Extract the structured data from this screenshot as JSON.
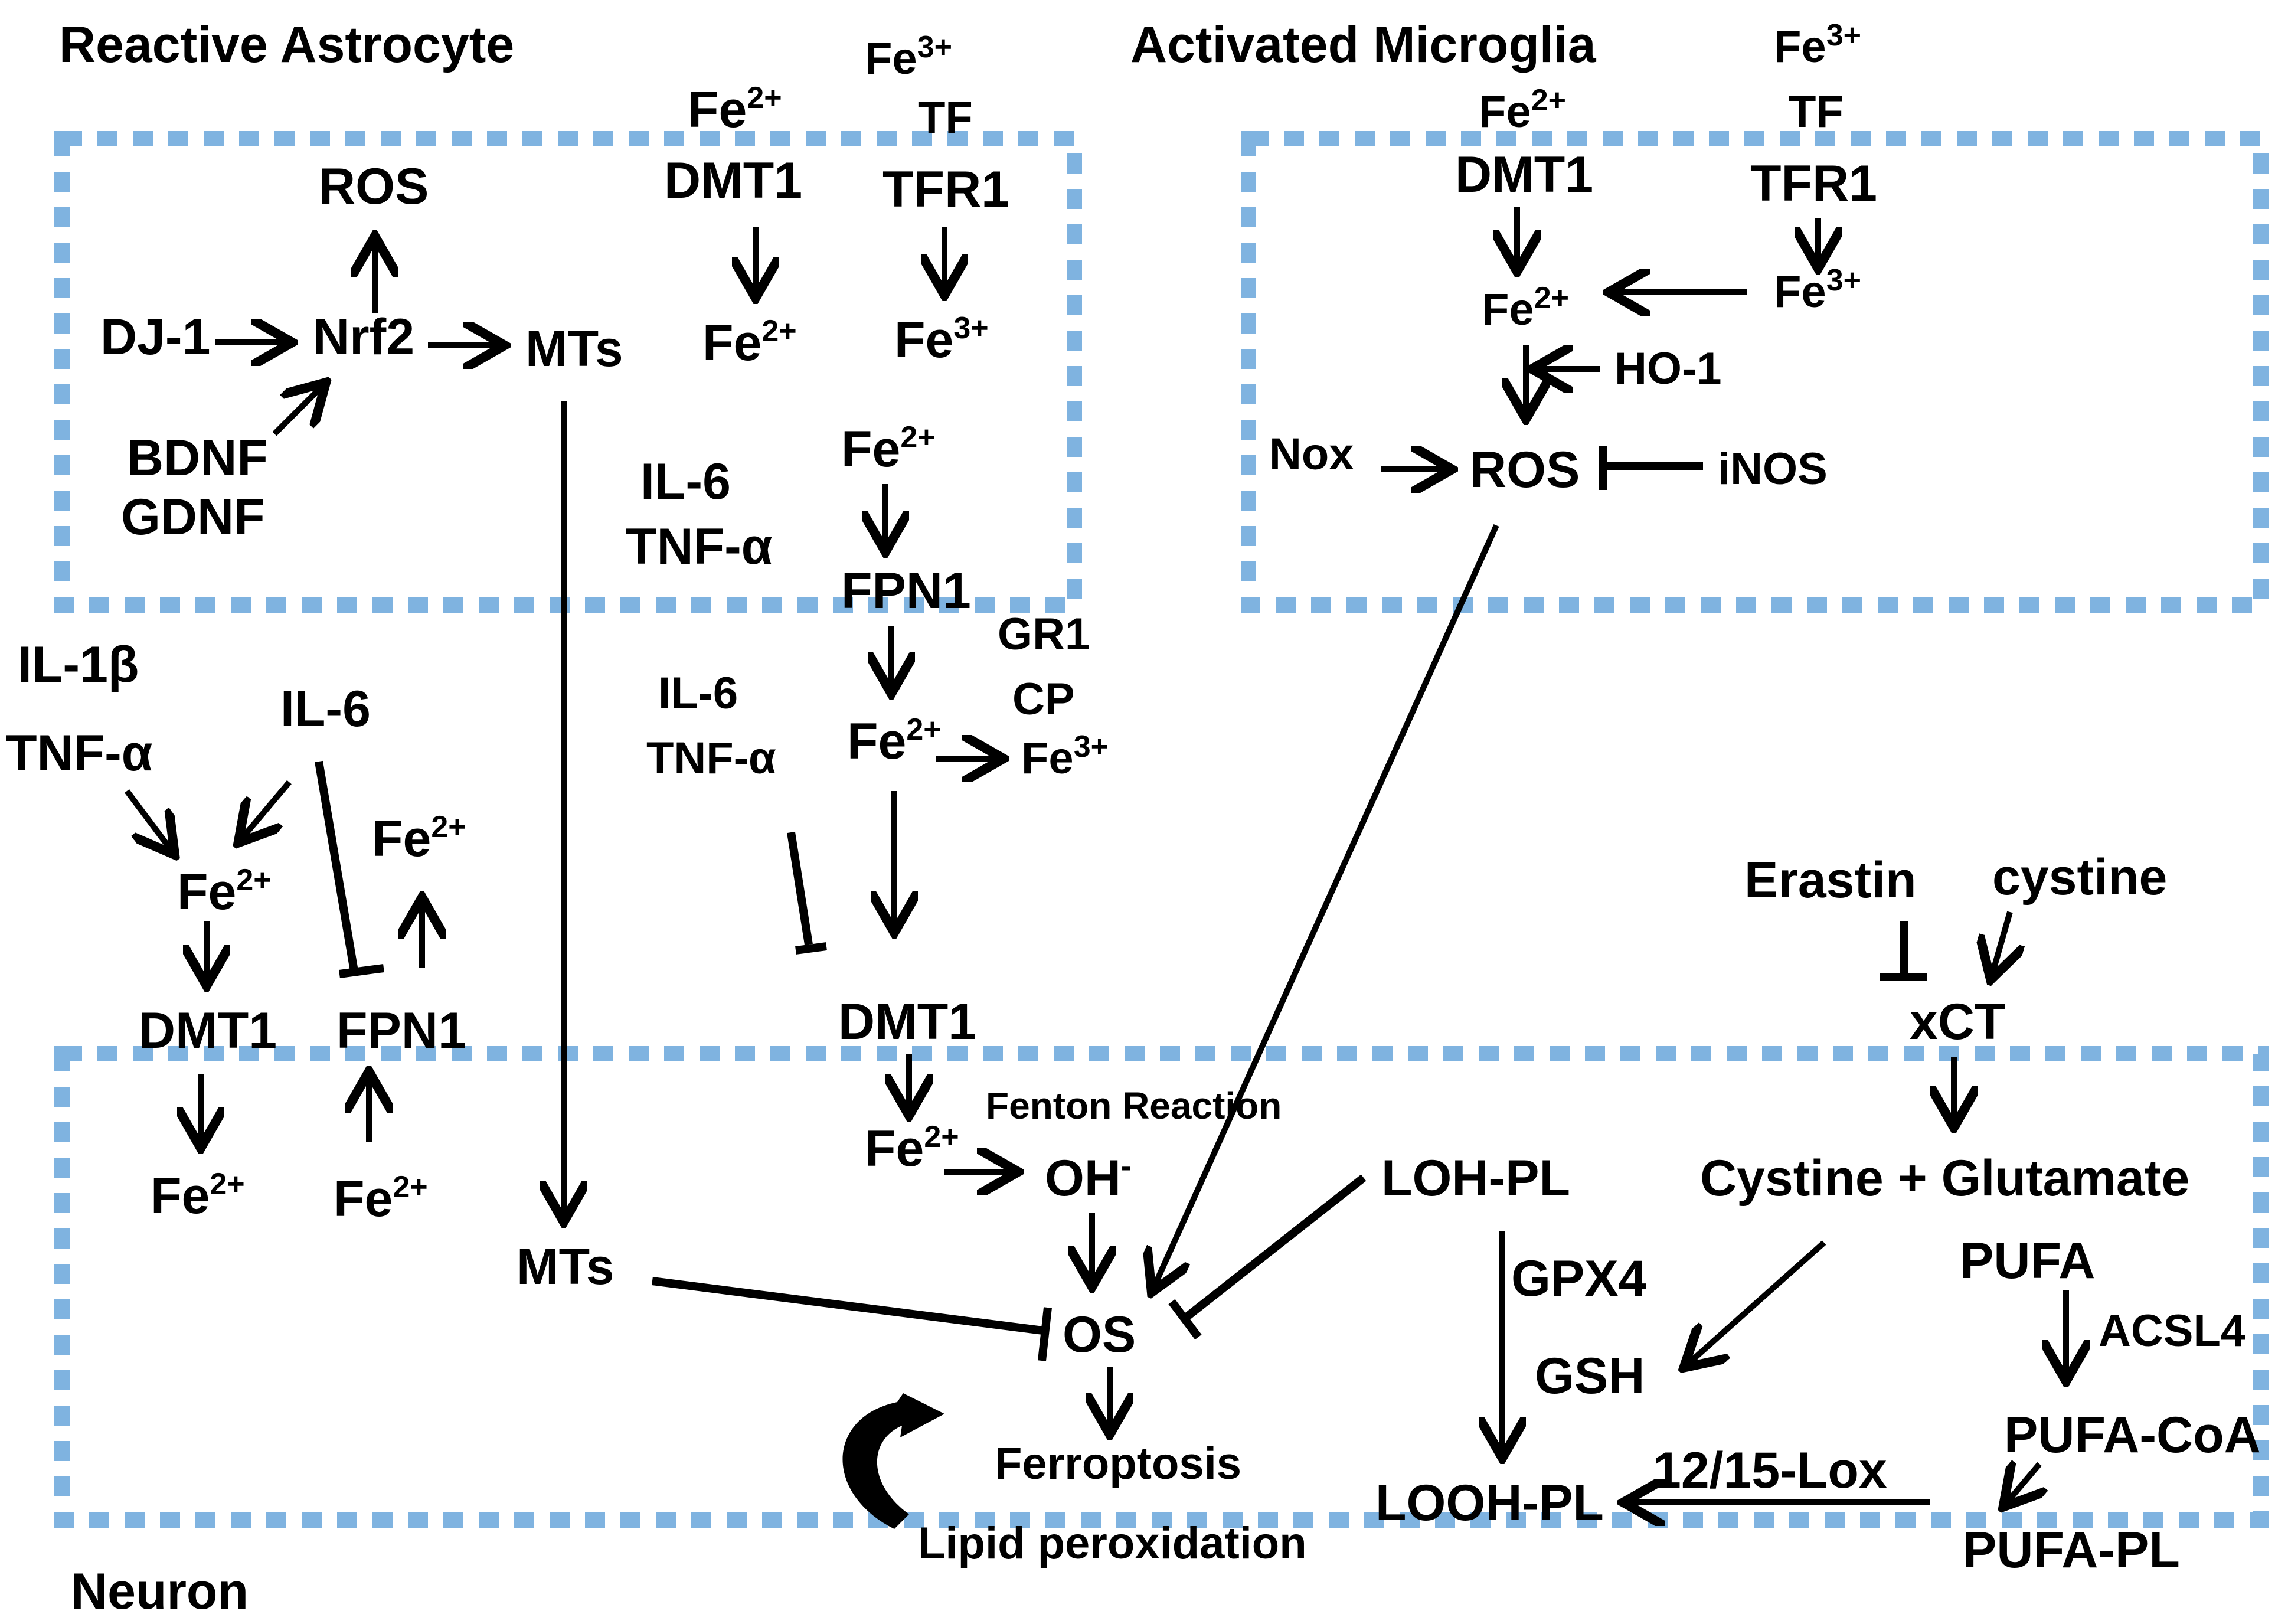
{
  "regions": {
    "astrocyte": "Reactive Astrocyte",
    "microglia": "Activated Microglia",
    "neuron": "Neuron"
  },
  "labels": {
    "ros_astro": "ROS",
    "dj1": "DJ-1",
    "nrf2": "Nrf2",
    "mts_astro": "MTs",
    "bdnf": "BDNF",
    "gdnf": "GDNF",
    "fe2_astro_top": "Fe",
    "dmt1_astro": "DMT1",
    "fe2_astro_in": "Fe",
    "fe3_astro_top": "Fe",
    "tf_astro": "TF",
    "tfr1_astro": "TFR1",
    "fe3_astro_in": "Fe",
    "il6_astro": "IL-6",
    "tnfa_astro": "TNF-α",
    "fe2_fpn_astro": "Fe",
    "fpn1_astro": "FPN1",
    "gr1": "GR1",
    "cp": "CP",
    "il6_mid": "IL-6",
    "tnfa_mid": "TNF-α",
    "fe2_mid": "Fe",
    "fe3_mid": "Fe",
    "il1b": "IL-1β",
    "tnfa_left": "TNF-α",
    "il6_left": "IL-6",
    "fe2_left": "Fe",
    "fe2_left_out": "Fe",
    "dmt1_neuron_left": "DMT1",
    "fpn1_neuron": "FPN1",
    "fe2_neuron_in": "Fe",
    "fe2_neuron_fpn": "Fe",
    "fe3_mg_top": "Fe",
    "tf_mg": "TF",
    "fe2_mg_top": "Fe",
    "dmt1_mg": "DMT1",
    "tfr1_mg": "TFR1",
    "fe2_mg_in": "Fe",
    "fe3_mg_in": "Fe",
    "ho1": "HO-1",
    "nox": "Nox",
    "ros_mg": "ROS",
    "inos": "iNOS",
    "mts_neuron": "MTs",
    "dmt1_neuron": "DMT1",
    "fe2_neuron_fenton": "Fe",
    "fenton": "Fenton Reaction",
    "oh": "OH",
    "oh_sup": "-",
    "os": "OS",
    "ferroptosis": "Ferroptosis",
    "lipid_perox": "Lipid peroxidation",
    "loh_pl": "LOH-PL",
    "gpx4": "GPX4",
    "gsh": "GSH",
    "looh_pl": "LOOH-PL",
    "lox": "12/15-Lox",
    "erastin": "Erastin",
    "cystine": "cystine",
    "xct": "xCT",
    "cys_glu": "Cystine + Glutamate",
    "pufa": "PUFA",
    "acsl4": "ACSL4",
    "pufa_coa": "PUFA-CoA",
    "pufa_pl": "PUFA-PL"
  },
  "charges": {
    "fe2": "2+",
    "fe3": "3+"
  },
  "colors": {
    "region_border": "#7fb3e0",
    "text": "#000000"
  }
}
